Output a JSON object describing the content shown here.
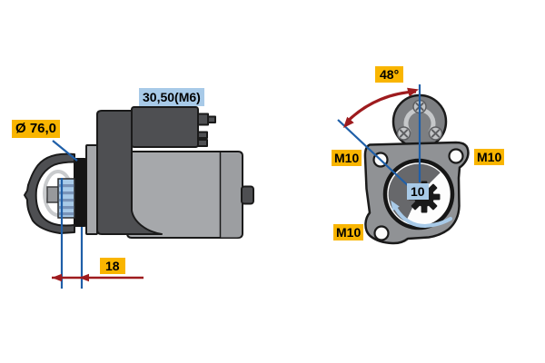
{
  "labels": {
    "solenoid_dimension": "30,50(M6)",
    "mounting_diameter": "Ø 76,0",
    "pinion_projection": "18",
    "mounting_angle": "48°",
    "bolt_size_top_left": "M10",
    "bolt_size_top_right": "M10",
    "bolt_size_bottom": "M10",
    "pinion_tooth_count": "10"
  },
  "colors": {
    "highlight_yellow": "#F9B500",
    "highlight_blue": "#A8CAE8",
    "measure_line_blue": "#1F5FA8",
    "arrow_dark_red": "#9E1B1E",
    "part_dark_gray": "#4E4F52",
    "part_light_gray": "#A6A8AB",
    "flange_gray": "#909295"
  }
}
